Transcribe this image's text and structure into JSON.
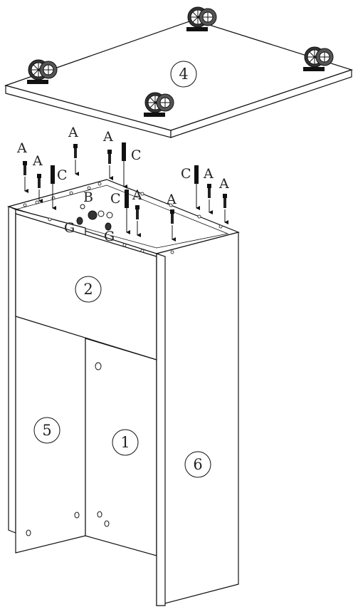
{
  "parts": {
    "top_panel": "4",
    "back_panel": "2",
    "left_panel": "5",
    "center_panel": "1",
    "right_panel": "6"
  },
  "hardware_labels": {
    "screw": "A",
    "cam_bolt": "C",
    "cam_lock": "B",
    "dowel": "G"
  },
  "icons": {
    "caster": "caster-wheel-icon",
    "screw": "screw-icon",
    "bolt": "cam-bolt-icon"
  }
}
